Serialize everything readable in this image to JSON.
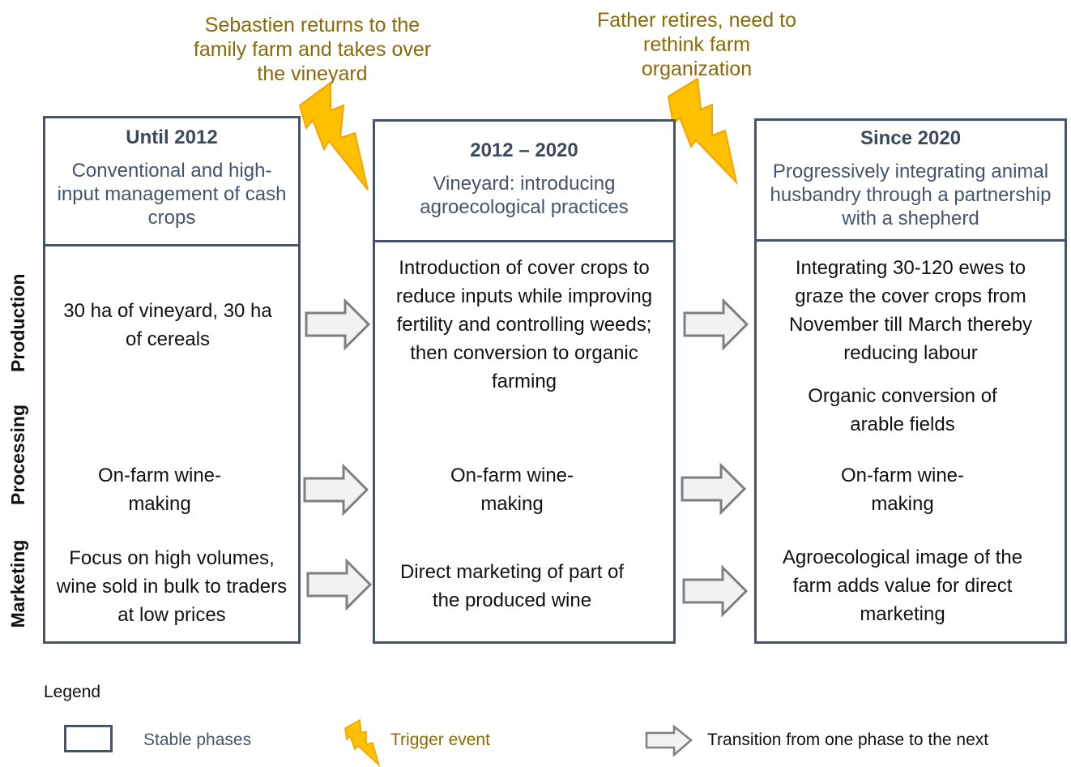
{
  "triggers": [
    {
      "text": "Sebastien returns to the family farm and takes over the vineyard"
    },
    {
      "text": "Father retires, need to rethink farm organization"
    }
  ],
  "row_labels": [
    "Production",
    "Processing",
    "Marketing"
  ],
  "phases": [
    {
      "title": "Until 2012",
      "subtitle": "Conventional and high-input management of cash crops",
      "production": "30 ha of vineyard, 30 ha of cereals",
      "production_extra": "",
      "processing": "On-farm wine-making",
      "marketing": "Focus on high volumes, wine sold in bulk to traders at low prices"
    },
    {
      "title": "2012 – 2020",
      "subtitle": "Vineyard: introducing agroecological practices",
      "production": "Introduction of cover crops to reduce inputs while improving fertility and controlling weeds; then conversion to organic farming",
      "production_extra": "",
      "processing": "On-farm wine-making",
      "marketing": "Direct marketing of part of the produced wine"
    },
    {
      "title": "Since 2020",
      "subtitle": "Progressively integrating animal husbandry through a partnership with a shepherd",
      "production": "Integrating 30-120 ewes to graze the cover crops from November till March thereby reducing labour",
      "production_extra": "Organic conversion of arable fields",
      "processing": "On-farm wine-making",
      "marketing": "Agroecological image of the farm adds value for direct marketing"
    }
  ],
  "legend": {
    "title": "Legend",
    "stable": "Stable phases",
    "trigger": "Trigger event",
    "transition": "Transition from one phase to the next"
  },
  "colors": {
    "box_border": "#44546a",
    "trigger_text": "#8a6a08",
    "lightning_fill": "#ffc000",
    "lightning_stroke": "#f4a300",
    "arrow_fill": "#f2f2f2",
    "arrow_stroke": "#7f7f7f"
  }
}
